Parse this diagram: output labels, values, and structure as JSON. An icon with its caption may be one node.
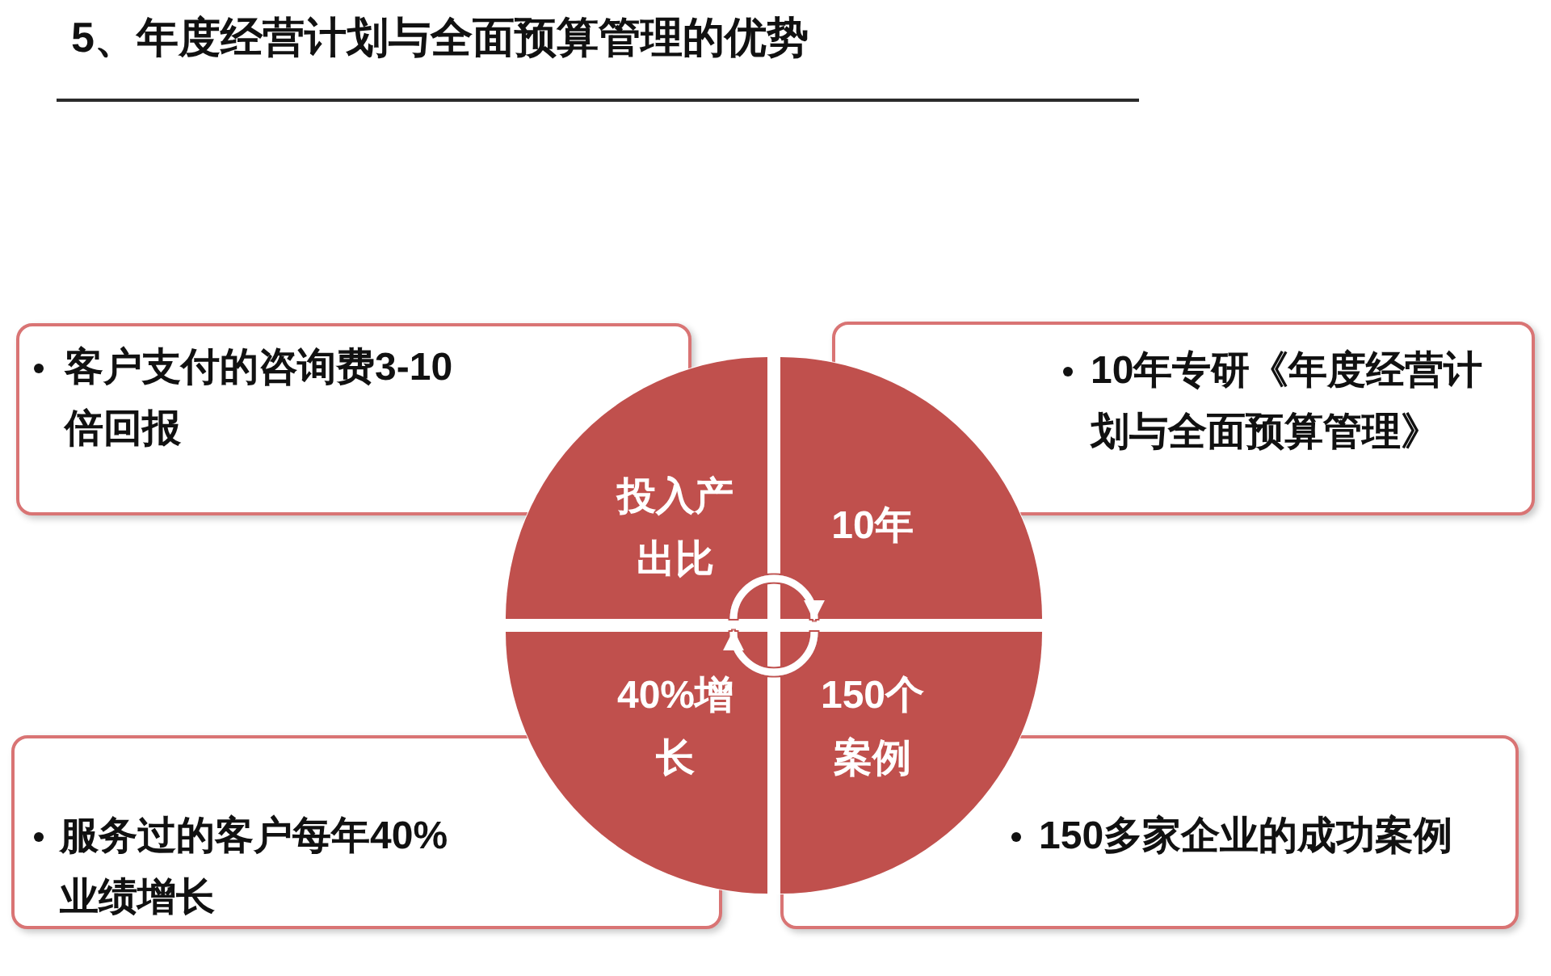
{
  "diagram": {
    "title": "5、年度经营计划与全面预算管理的优势",
    "nodes": [
      {
        "text": [
          "客户支付的咨询费3-10倍回报"
        ]
      },
      {
        "text": [
          "10年专研《年度经营计划与全面预算管理》"
        ]
      },
      {
        "text": [
          "投入产出比"
        ]
      },
      {
        "text": [
          "10年"
        ]
      },
      {
        "text": [
          "40%增长"
        ]
      },
      {
        "text": [
          "150个案例"
        ]
      },
      {
        "text": [
          "服务过的客户每年40%业绩增长"
        ]
      },
      {
        "text": [
          "150多家企业的成功案例"
        ]
      }
    ],
    "edges": [
      {
        "from": 2,
        "to": 3,
        "arrow": "to"
      },
      {
        "from": 5,
        "to": 4,
        "arrow": "to"
      }
    ]
  }
}
